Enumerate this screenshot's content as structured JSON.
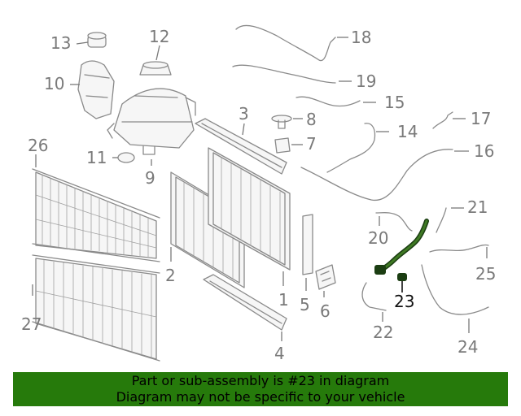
{
  "diagram": {
    "part_labels": [
      {
        "id": "1",
        "text": "1"
      },
      {
        "id": "2",
        "text": "2"
      },
      {
        "id": "3",
        "text": "3"
      },
      {
        "id": "4",
        "text": "4"
      },
      {
        "id": "5",
        "text": "5"
      },
      {
        "id": "6",
        "text": "6"
      },
      {
        "id": "7",
        "text": "7"
      },
      {
        "id": "8",
        "text": "8"
      },
      {
        "id": "9",
        "text": "9"
      },
      {
        "id": "10",
        "text": "10"
      },
      {
        "id": "11",
        "text": "11"
      },
      {
        "id": "12",
        "text": "12"
      },
      {
        "id": "13",
        "text": "13"
      },
      {
        "id": "14",
        "text": "14"
      },
      {
        "id": "15",
        "text": "15"
      },
      {
        "id": "16",
        "text": "16"
      },
      {
        "id": "17",
        "text": "17"
      },
      {
        "id": "18",
        "text": "18"
      },
      {
        "id": "19",
        "text": "19"
      },
      {
        "id": "20",
        "text": "20"
      },
      {
        "id": "21",
        "text": "21"
      },
      {
        "id": "22",
        "text": "22"
      },
      {
        "id": "23",
        "text": "23"
      },
      {
        "id": "24",
        "text": "24"
      },
      {
        "id": "25",
        "text": "25"
      },
      {
        "id": "26",
        "text": "26"
      },
      {
        "id": "27",
        "text": "27"
      }
    ],
    "highlighted_part": "23",
    "highlight_color": "#267a0b"
  },
  "banner": {
    "line1": "Part or sub-assembly is #23 in diagram",
    "line2": "Diagram may not be specific to your vehicle",
    "background": "#267a0b"
  }
}
